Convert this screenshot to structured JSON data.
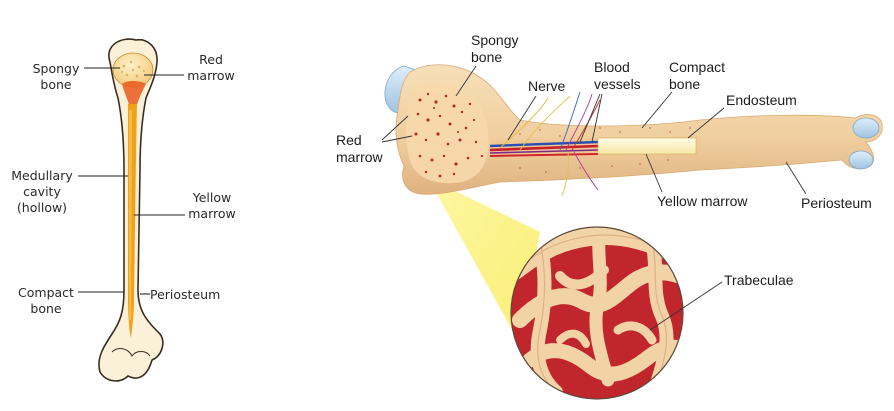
{
  "left_diagram": {
    "labels": {
      "spongy_bone": [
        "Spongy",
        "bone"
      ],
      "red_marrow": [
        "Red",
        "marrow"
      ],
      "medullary_cavity": [
        "Medullary",
        "cavity",
        "(hollow)"
      ],
      "yellow_marrow": [
        "Yellow",
        "marrow"
      ],
      "compact_bone": [
        "Compact",
        "bone"
      ],
      "periosteum": "Periosteum"
    }
  },
  "right_diagram": {
    "labels": {
      "spongy_bone": [
        "Spongy",
        "bone"
      ],
      "nerve": "Nerve",
      "blood_vessels": [
        "Blood",
        "vessels"
      ],
      "compact_bone": [
        "Compact",
        "bone"
      ],
      "endosteum": "Endosteum",
      "red_marrow": [
        "Red",
        "marrow"
      ],
      "yellow_marrow": "Yellow marrow",
      "periosteum": "Periosteum",
      "trabeculae": "Trabeculae"
    }
  },
  "colors": {
    "bone": "#f2d6ac",
    "bone_dark": "#e2b885",
    "red_marrow": "#c0262b",
    "yellow_marrow": "#f6b21a",
    "cartilage": "#b9d7ee",
    "zoom_cone": "#fbf27a"
  }
}
